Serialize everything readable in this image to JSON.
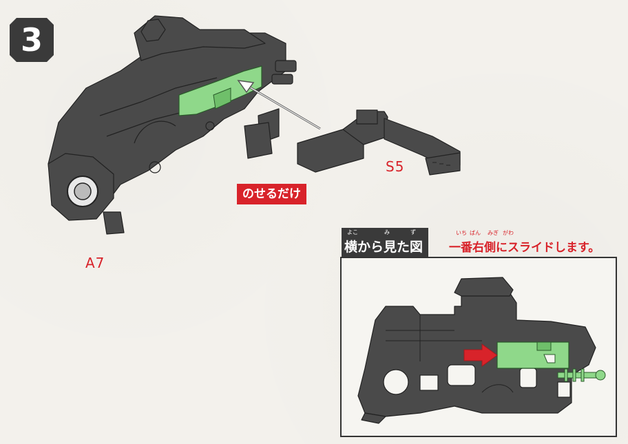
{
  "step": {
    "number": "3"
  },
  "parts": {
    "main_part": "A7",
    "attach_part": "S5"
  },
  "badge": {
    "place_only": "のせるだけ"
  },
  "side_view": {
    "title": "横から見た図",
    "title_ruby": [
      "よこ",
      "み",
      "ず"
    ],
    "note": "一番右側にスライドします。",
    "note_ruby": [
      "いち",
      "ばん",
      "みぎ",
      "がわ"
    ]
  },
  "colors": {
    "part_gray": "#4a4a4a",
    "highlight_green": "#8fd88a",
    "accent_red": "#d8232a",
    "label_bg": "#3a3a3a"
  },
  "icons": {
    "insert_arrow": "arrow-icon",
    "slide_arrow": "red-arrow-icon"
  }
}
